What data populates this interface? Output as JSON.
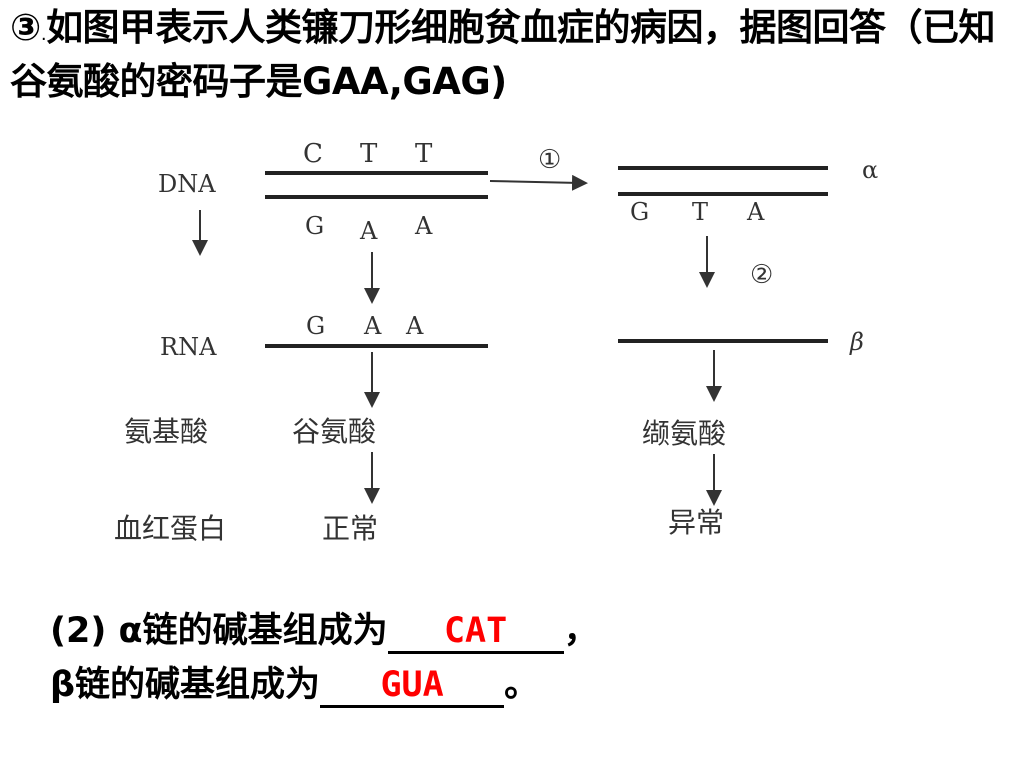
{
  "question": {
    "marker": "③",
    "dot": ".",
    "text": "如图甲表示人类镰刀形细胞贫血症的病因，据图回答（已知谷氨酸的密码子是GAA,GAG)"
  },
  "diagram": {
    "dna_label": "DNA",
    "rna_label": "RNA",
    "top_strand_bases": [
      "C",
      "T",
      "T"
    ],
    "bottom_strand_bases": [
      "G",
      "A",
      "A"
    ],
    "rna_bases": [
      "G",
      "A",
      "A"
    ],
    "mutant_bases": [
      "G",
      "T",
      "A"
    ],
    "step1_label": "①",
    "step2_label": "②",
    "alpha_label": "α",
    "beta_label": "β",
    "amino_acid_label": "氨基酸",
    "normal_amino_acid": "谷氨酸",
    "mutant_amino_acid": "缬氨酸",
    "hemoglobin_label": "血红蛋白",
    "normal_label": "正常",
    "abnormal_label": "异常"
  },
  "answers": {
    "line1_prefix": "(2) α链的碱基组成为",
    "line1_answer": "CAT",
    "line1_suffix": "，",
    "line2_prefix": "β链的碱基组成为",
    "line2_answer": "GUA",
    "line2_suffix": "。",
    "answer_color": "#ff0000"
  }
}
